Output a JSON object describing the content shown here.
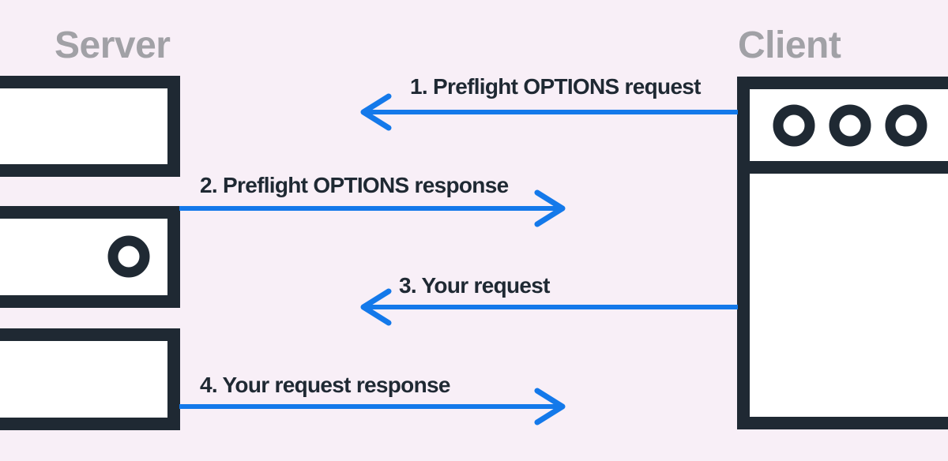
{
  "colors": {
    "background": "#f8eff7",
    "outline": "#1f2933",
    "panel_fill": "#ffffff",
    "arrow": "#1479ea",
    "title": "#a1a1a6",
    "label": "#1f2933"
  },
  "server": {
    "title": "Server",
    "blocks": [
      {
        "name": "server-block-1",
        "indicator": false
      },
      {
        "name": "server-block-2",
        "indicator": true
      },
      {
        "name": "server-block-3",
        "indicator": false
      }
    ]
  },
  "client": {
    "title": "Client",
    "window_dots": 3
  },
  "messages": [
    {
      "step": 1,
      "label": "1. Preflight OPTIONS request",
      "direction": "client-to-server"
    },
    {
      "step": 2,
      "label": "2. Preflight OPTIONS response",
      "direction": "server-to-client"
    },
    {
      "step": 3,
      "label": "3. Your request",
      "direction": "client-to-server"
    },
    {
      "step": 4,
      "label": "4. Your request response",
      "direction": "server-to-client"
    }
  ]
}
